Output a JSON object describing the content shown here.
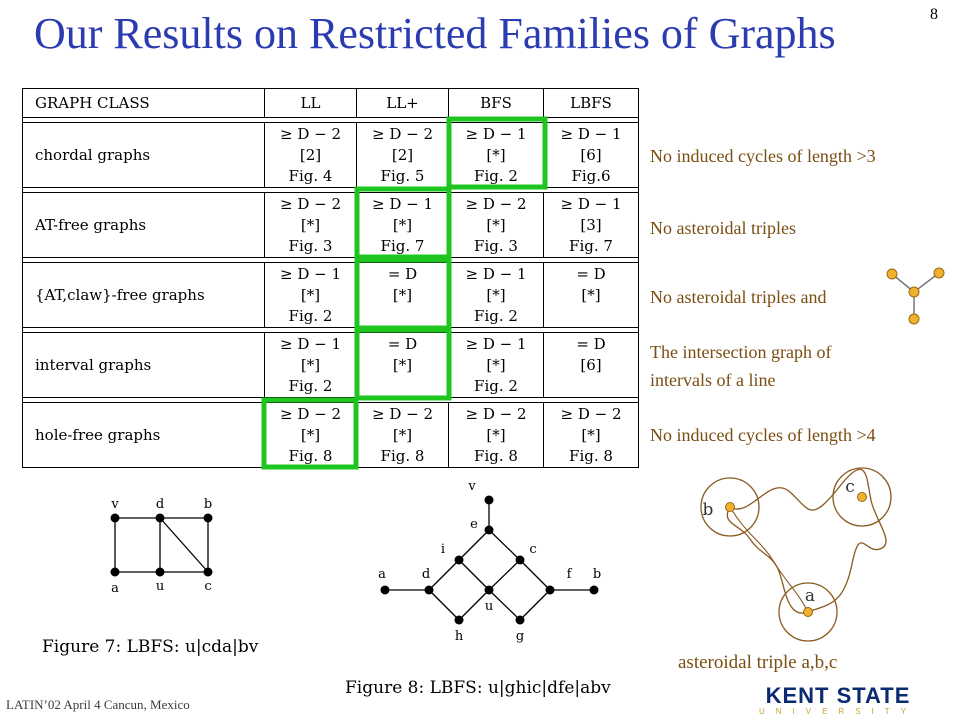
{
  "slide": {
    "title": "Our Results on Restricted Families of Graphs",
    "page_number": "8",
    "footer": "LATIN’02  April 4    Cancun, Mexico"
  },
  "colors": {
    "title": "#2b3bb0",
    "highlight": "#1fc51f",
    "annotation": "#7a4e12",
    "vertex": "#f0b030"
  },
  "table": {
    "headers": [
      "GRAPH CLASS",
      "LL",
      "LL+",
      "BFS",
      "LBFS"
    ],
    "rows": [
      {
        "class": "chordal graphs",
        "cells": [
          [
            "≥ D − 2",
            "[2]",
            "Fig. 4"
          ],
          [
            "≥ D − 2",
            "[2]",
            "Fig. 5"
          ],
          [
            "≥ D − 1",
            "[*]",
            "Fig. 2"
          ],
          [
            "≥ D − 1",
            "[6]",
            "Fig.6"
          ]
        ]
      },
      {
        "class": "AT-free graphs",
        "cells": [
          [
            "≥ D − 2",
            "[*]",
            "Fig. 3"
          ],
          [
            "≥ D − 1",
            "[*]",
            "Fig. 7"
          ],
          [
            "≥ D − 2",
            "[*]",
            "Fig. 3"
          ],
          [
            "≥ D − 1",
            "[3]",
            "Fig. 7"
          ]
        ]
      },
      {
        "class": "{AT,claw}-free graphs",
        "cells": [
          [
            "≥ D − 1",
            "[*]",
            "Fig. 2"
          ],
          [
            "= D",
            "[*]",
            ""
          ],
          [
            "≥ D − 1",
            "[*]",
            "Fig. 2"
          ],
          [
            "= D",
            "[*]",
            ""
          ]
        ]
      },
      {
        "class": "interval graphs",
        "cells": [
          [
            "≥ D − 1",
            "[*]",
            "Fig. 2"
          ],
          [
            "= D",
            "[*]",
            ""
          ],
          [
            "≥ D − 1",
            "[*]",
            "Fig. 2"
          ],
          [
            "= D",
            "[6]",
            ""
          ]
        ]
      },
      {
        "class": "hole-free graphs",
        "cells": [
          [
            "≥ D − 2",
            "[*]",
            "Fig. 8"
          ],
          [
            "≥ D − 2",
            "[*]",
            "Fig. 8"
          ],
          [
            "≥ D − 2",
            "[*]",
            "Fig. 8"
          ],
          [
            "≥ D − 2",
            "[*]",
            "Fig. 8"
          ]
        ]
      }
    ]
  },
  "descriptions": {
    "chordal": "No induced cycles of length >3",
    "atfree": "No asteroidal triples",
    "atclaw": "No asteroidal triples and",
    "interval_1": "The intersection graph of",
    "interval_2": "intervals of a line",
    "holefree": "No induced cycles of length >4"
  },
  "figure7": {
    "caption": "Figure 7: LBFS: u|cda|bv",
    "labels": {
      "v": "v",
      "d": "d",
      "b": "b",
      "a": "a",
      "u": "u",
      "c": "c"
    }
  },
  "figure8": {
    "caption": "Figure 8: LBFS: u|ghic|dfe|abv",
    "labels": {
      "v": "v",
      "e": "e",
      "i": "i",
      "c": "c",
      "a": "a",
      "d": "d",
      "f": "f",
      "b": "b",
      "u": "u",
      "h": "h",
      "g": "g"
    }
  },
  "asteroid": {
    "caption": "asteroidal triple a,b,c",
    "labels": {
      "a": "a",
      "b": "b",
      "c": "c"
    }
  },
  "logo": {
    "main": "KENT STATE",
    "sub": "UNIVERSITY"
  }
}
